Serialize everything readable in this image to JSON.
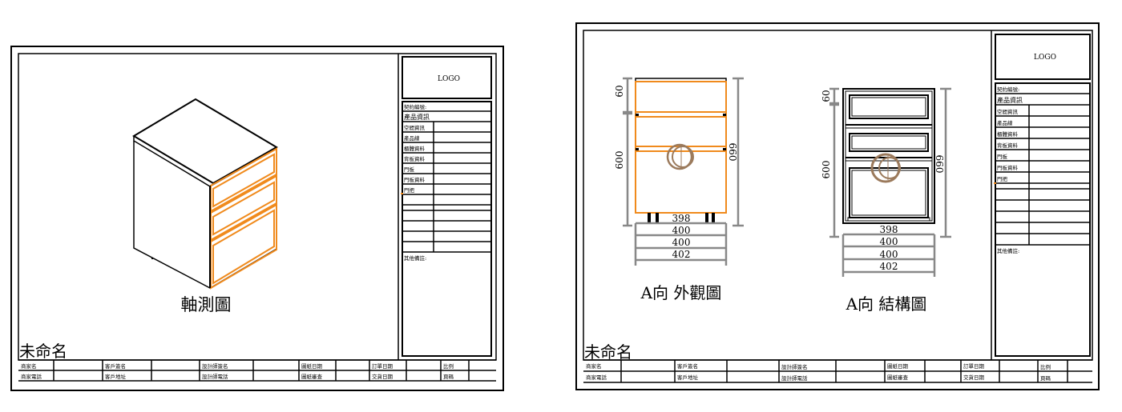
{
  "colors": {
    "orange": "#f08a1c",
    "gray": "#888888",
    "brown": "#9b7a5c",
    "line": "#000000"
  },
  "left_sheet": {
    "title": "未命名",
    "caption": "軸測圖",
    "title_block": {
      "logo": "LOGO",
      "contract_no": "契約編號:",
      "product_info": "產品資訊",
      "rows": [
        "空間資訊",
        "產品線",
        "櫃體資料",
        "背板資料",
        "門板",
        "門板資料",
        "門把"
      ],
      "remarks": "其他備註:"
    },
    "footer": {
      "row1": [
        "商家名",
        "客戶簽名",
        "設計師簽名",
        "圖紙日期",
        "訂單日期",
        "比例"
      ],
      "row2": [
        "商家電話",
        "客戶地址",
        "設計師電話",
        "圖紙審查",
        "交貨日期",
        "頁碼"
      ]
    }
  },
  "right_sheet": {
    "title": "未命名",
    "view_a_caption": "A向 外觀圖",
    "view_b_caption": "A向 結構圖",
    "dims_a": {
      "top": "60",
      "height": "600",
      "total": "660",
      "widths": [
        "398",
        "400",
        "400",
        "402"
      ]
    },
    "dims_b": {
      "top": "60",
      "height": "600",
      "total": "660",
      "widths": [
        "398",
        "400",
        "400",
        "402"
      ]
    },
    "title_block": {
      "logo": "LOGO",
      "contract_no": "契約編號:",
      "product_info": "產品資訊",
      "rows": [
        "空間資訊",
        "產品線",
        "櫃體資料",
        "背板資料",
        "門板",
        "門板資料",
        "門把"
      ],
      "remarks": "其他備註:"
    },
    "footer": {
      "row1": [
        "商家名",
        "客戶簽名",
        "設計師簽名",
        "圖紙日期",
        "訂單日期",
        "比例"
      ],
      "row2": [
        "商家電話",
        "客戶地址",
        "設計師電話",
        "圖紙審查",
        "交貨日期",
        "頁碼"
      ]
    }
  }
}
